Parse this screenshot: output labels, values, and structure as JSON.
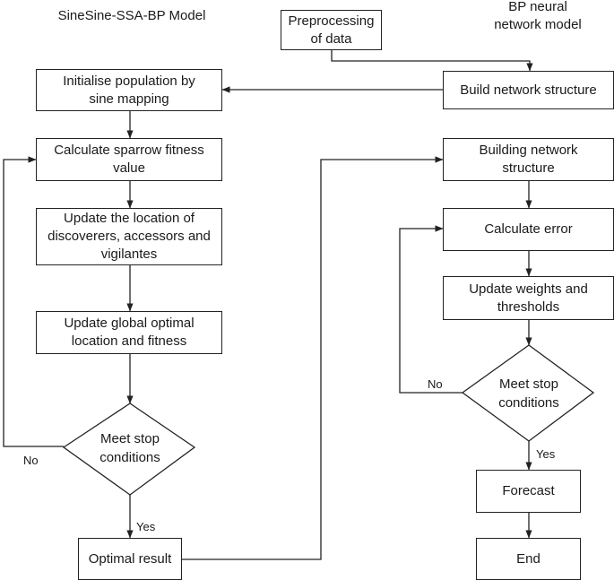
{
  "headings": {
    "left": "SineSine-SSA-BP Model",
    "right": "BP neural\nnetwork model"
  },
  "left_flow": {
    "init_population": "Initialise population by\nsine mapping",
    "calc_fitness": "Calculate sparrow fitness\nvalue",
    "update_location": "Update the location of\ndiscoverers, accessors and\nvigilantes",
    "update_global": "Update global optimal\nlocation and fitness",
    "stop_decision": "Meet stop\nconditions",
    "optimal_result": "Optimal result",
    "label_no": "No",
    "label_yes": "Yes"
  },
  "right_flow": {
    "preprocessing": "Preprocessing\nof data",
    "build_structure": "Build network structure",
    "building_structure": "Building network\nstructure",
    "calc_error": "Calculate error",
    "update_weights": "Update weights and\nthresholds",
    "stop_decision": "Meet stop\nconditions",
    "forecast": "Forecast",
    "end": "End",
    "label_no": "No",
    "label_yes": "Yes"
  },
  "colors": {
    "line": "#222222",
    "box_fill": "#ffffff",
    "text": "#1a1a1a"
  }
}
